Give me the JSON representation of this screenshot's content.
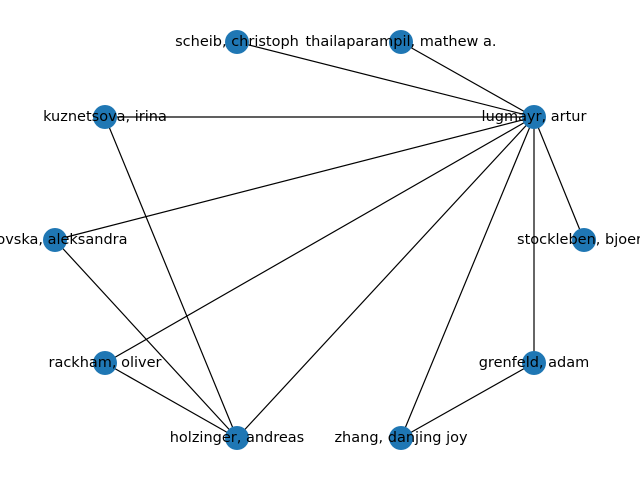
{
  "graph": {
    "node_color": "#1f77b4",
    "edge_color": "#000000",
    "nodes": [
      {
        "id": "lugmayr",
        "label": "lugmayr, artur"
      },
      {
        "id": "stockleben",
        "label": "stockleben, bjoern"
      },
      {
        "id": "grenfeld",
        "label": "grenfeld, adam"
      },
      {
        "id": "zhang",
        "label": "zhang, danjing joy"
      },
      {
        "id": "holzinger",
        "label": "holzinger, andreas"
      },
      {
        "id": "rackham",
        "label": "rackham, oliver"
      },
      {
        "id": "aleksandra",
        "label": "...ovska, aleksandra"
      },
      {
        "id": "kuznetsova",
        "label": "kuznetsova, irina"
      },
      {
        "id": "scheib",
        "label": "scheib, christoph"
      },
      {
        "id": "thailaparampil",
        "label": "thailaparampil, mathew a."
      }
    ],
    "edges": [
      [
        "lugmayr",
        "scheib"
      ],
      [
        "lugmayr",
        "thailaparampil"
      ],
      [
        "lugmayr",
        "kuznetsova"
      ],
      [
        "lugmayr",
        "aleksandra"
      ],
      [
        "lugmayr",
        "rackham"
      ],
      [
        "lugmayr",
        "holzinger"
      ],
      [
        "lugmayr",
        "zhang"
      ],
      [
        "lugmayr",
        "grenfeld"
      ],
      [
        "lugmayr",
        "stockleben"
      ],
      [
        "kuznetsova",
        "holzinger"
      ],
      [
        "aleksandra",
        "holzinger"
      ],
      [
        "rackham",
        "holzinger"
      ],
      [
        "grenfeld",
        "zhang"
      ]
    ]
  }
}
